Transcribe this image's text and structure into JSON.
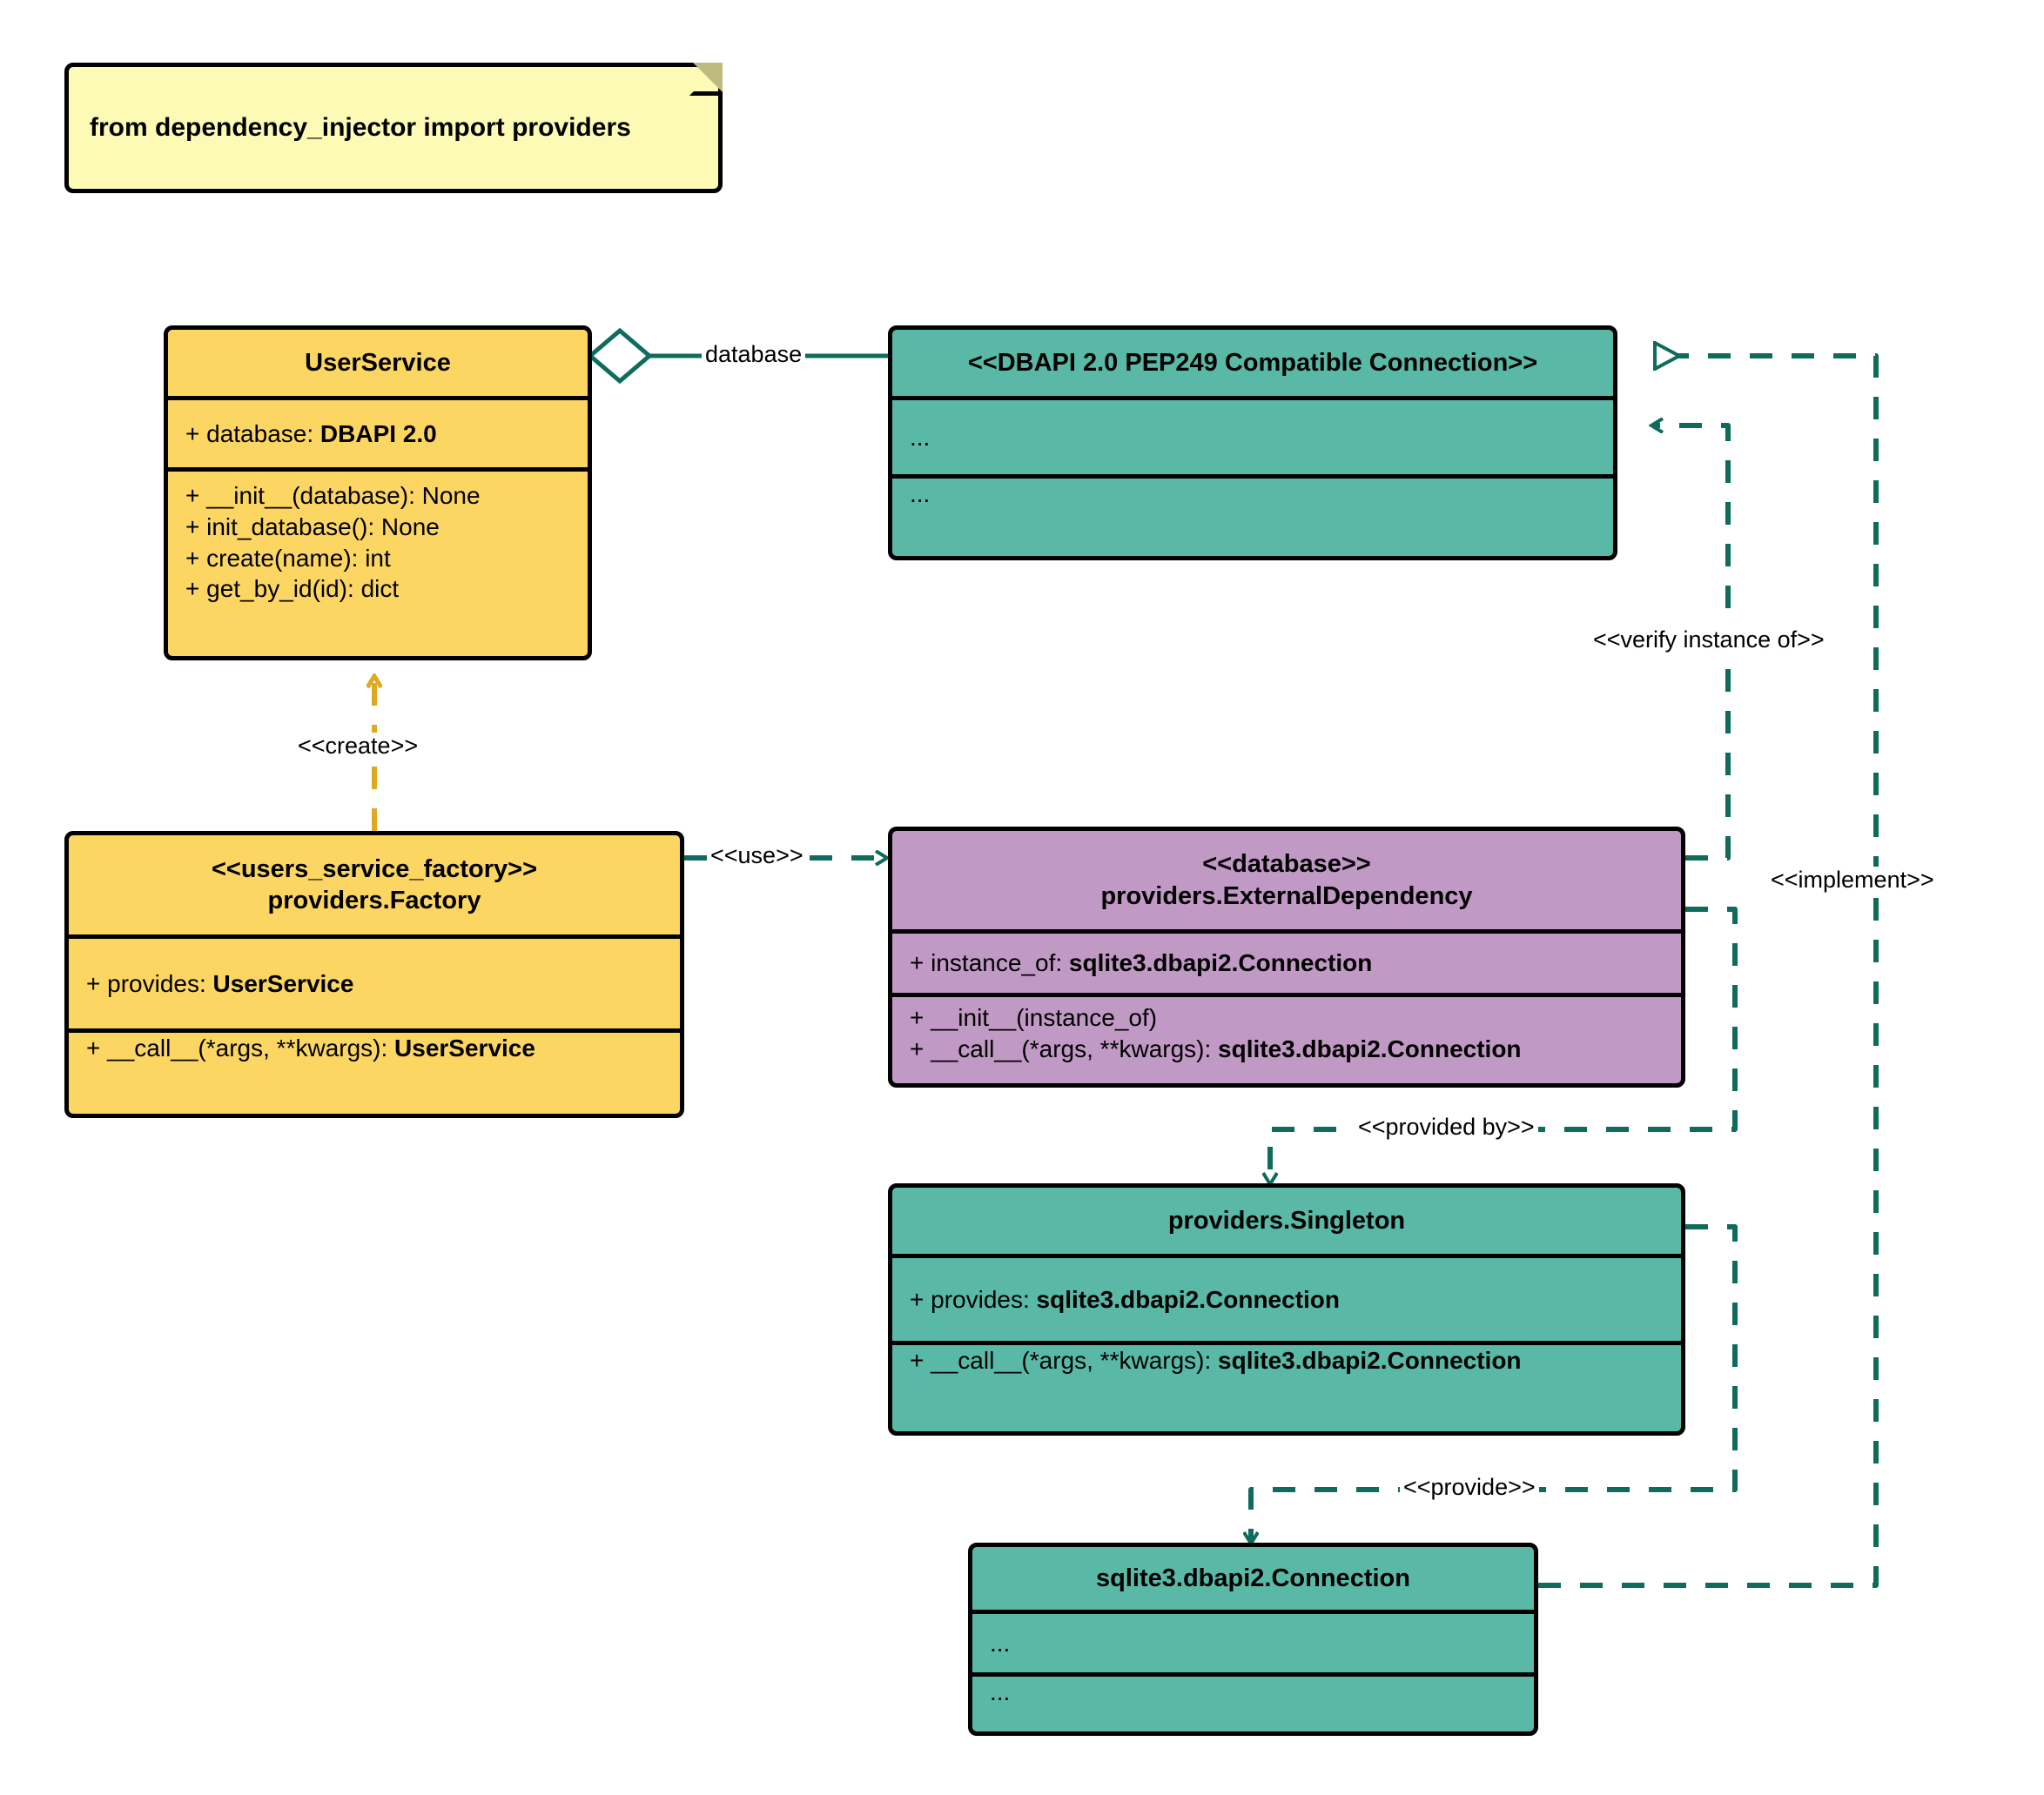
{
  "diagram": {
    "title": "dependency_injector providers UML class diagram",
    "colors": {
      "yellow": "#FCD663",
      "teal": "#59B9A6",
      "purple": "#C199C5",
      "note": "#FCFAB4",
      "edge_teal": "#0F6B5C",
      "edge_amber": "#E0A922",
      "outline": "#000000"
    }
  },
  "note": {
    "text": "from dependency_injector import providers"
  },
  "classes": {
    "user_service": {
      "title": "UserService",
      "attributes": [
        {
          "prefix": "+ database: ",
          "bold": "DBAPI 2.0"
        }
      ],
      "methods": [
        "+ __init__(database): None",
        "+ init_database(): None",
        "+ create(name): int",
        "+ get_by_id(id): dict"
      ]
    },
    "dbapi_connection": {
      "title": "<<DBAPI 2.0 PEP249 Compatible Connection>>",
      "attributes": [
        "..."
      ],
      "methods": [
        "..."
      ]
    },
    "users_service_factory": {
      "stereotype": "<<users_service_factory>>",
      "title": "providers.Factory",
      "attributes": [
        {
          "prefix": "+ provides: ",
          "bold": "UserService"
        }
      ],
      "methods": [
        {
          "prefix": "+ __call__(*args, **kwargs): ",
          "bold": "UserService"
        }
      ]
    },
    "external_dependency": {
      "stereotype": "<<database>>",
      "title": "providers.ExternalDependency",
      "attributes": [
        {
          "prefix": "+ instance_of: ",
          "bold": "sqlite3.dbapi2.Connection"
        }
      ],
      "methods": [
        {
          "prefix": "+ __init__(instance_of)",
          "bold": ""
        },
        {
          "prefix": "+ __call__(*args, **kwargs): ",
          "bold": "sqlite3.dbapi2.Connection"
        }
      ]
    },
    "singleton": {
      "title": "providers.Singleton",
      "attributes": [
        {
          "prefix": "+ provides: ",
          "bold": "sqlite3.dbapi2.Connection"
        }
      ],
      "methods": [
        {
          "prefix": "+ __call__(*args, **kwargs): ",
          "bold": "sqlite3.dbapi2.Connection"
        }
      ]
    },
    "sqlite_connection": {
      "title": "sqlite3.dbapi2.Connection",
      "attributes": [
        "..."
      ],
      "methods": [
        "..."
      ]
    }
  },
  "edges": {
    "database": "database",
    "create": "<<create>>",
    "use": "<<use>>",
    "verify_instance_of": "<<verify instance of>>",
    "implement": "<<implement>>",
    "provided_by": "<<provided by>>",
    "provide": "<<provide>>"
  }
}
